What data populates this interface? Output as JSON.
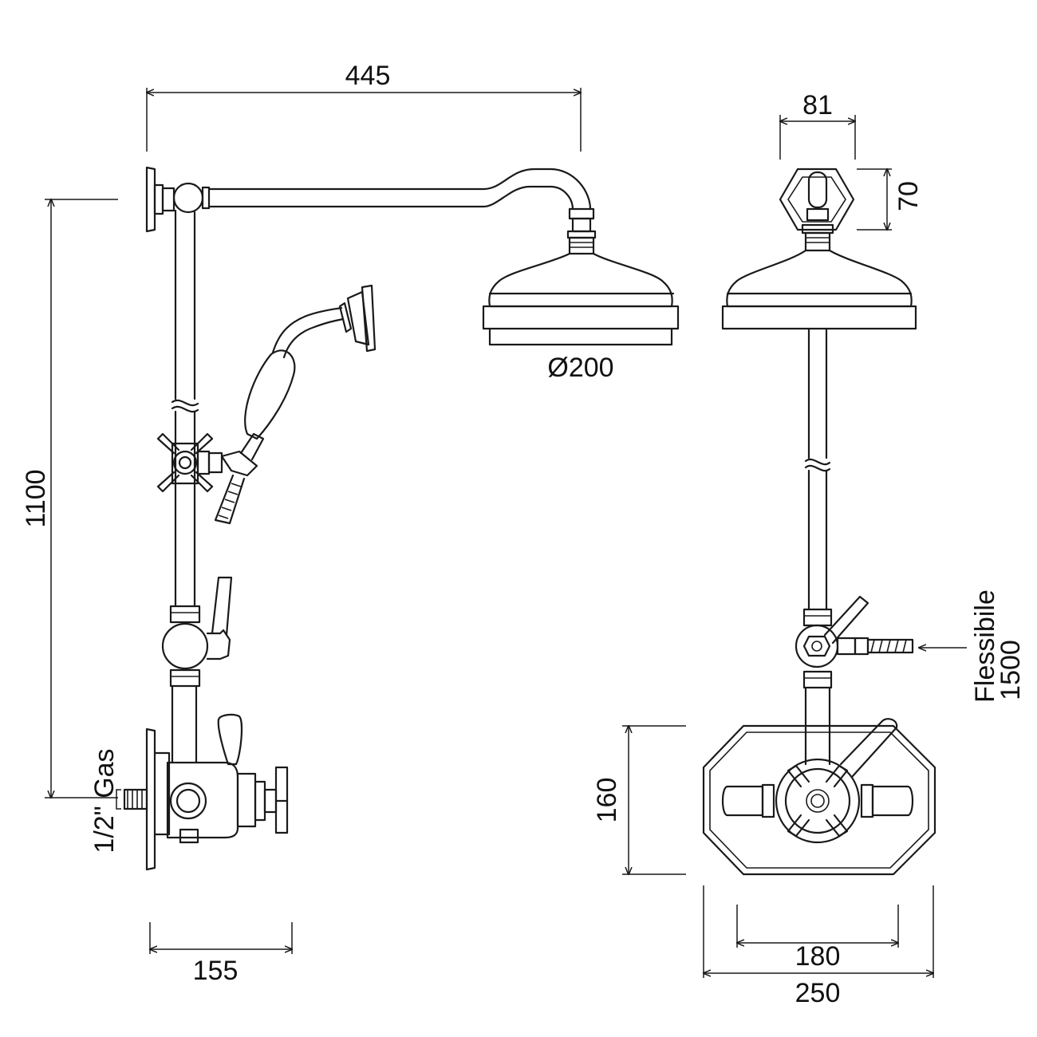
{
  "dimensions": {
    "arm_reach": "445",
    "overall_height": "1100",
    "head_diameter": "Ø200",
    "side_width": "155",
    "thread": "1/2\" Gas",
    "nut_width": "81",
    "nut_height": "70",
    "hose": "Flessibile",
    "hose_length": "1500",
    "plate_height": "160",
    "inner_width": "180",
    "plate_width": "250"
  }
}
